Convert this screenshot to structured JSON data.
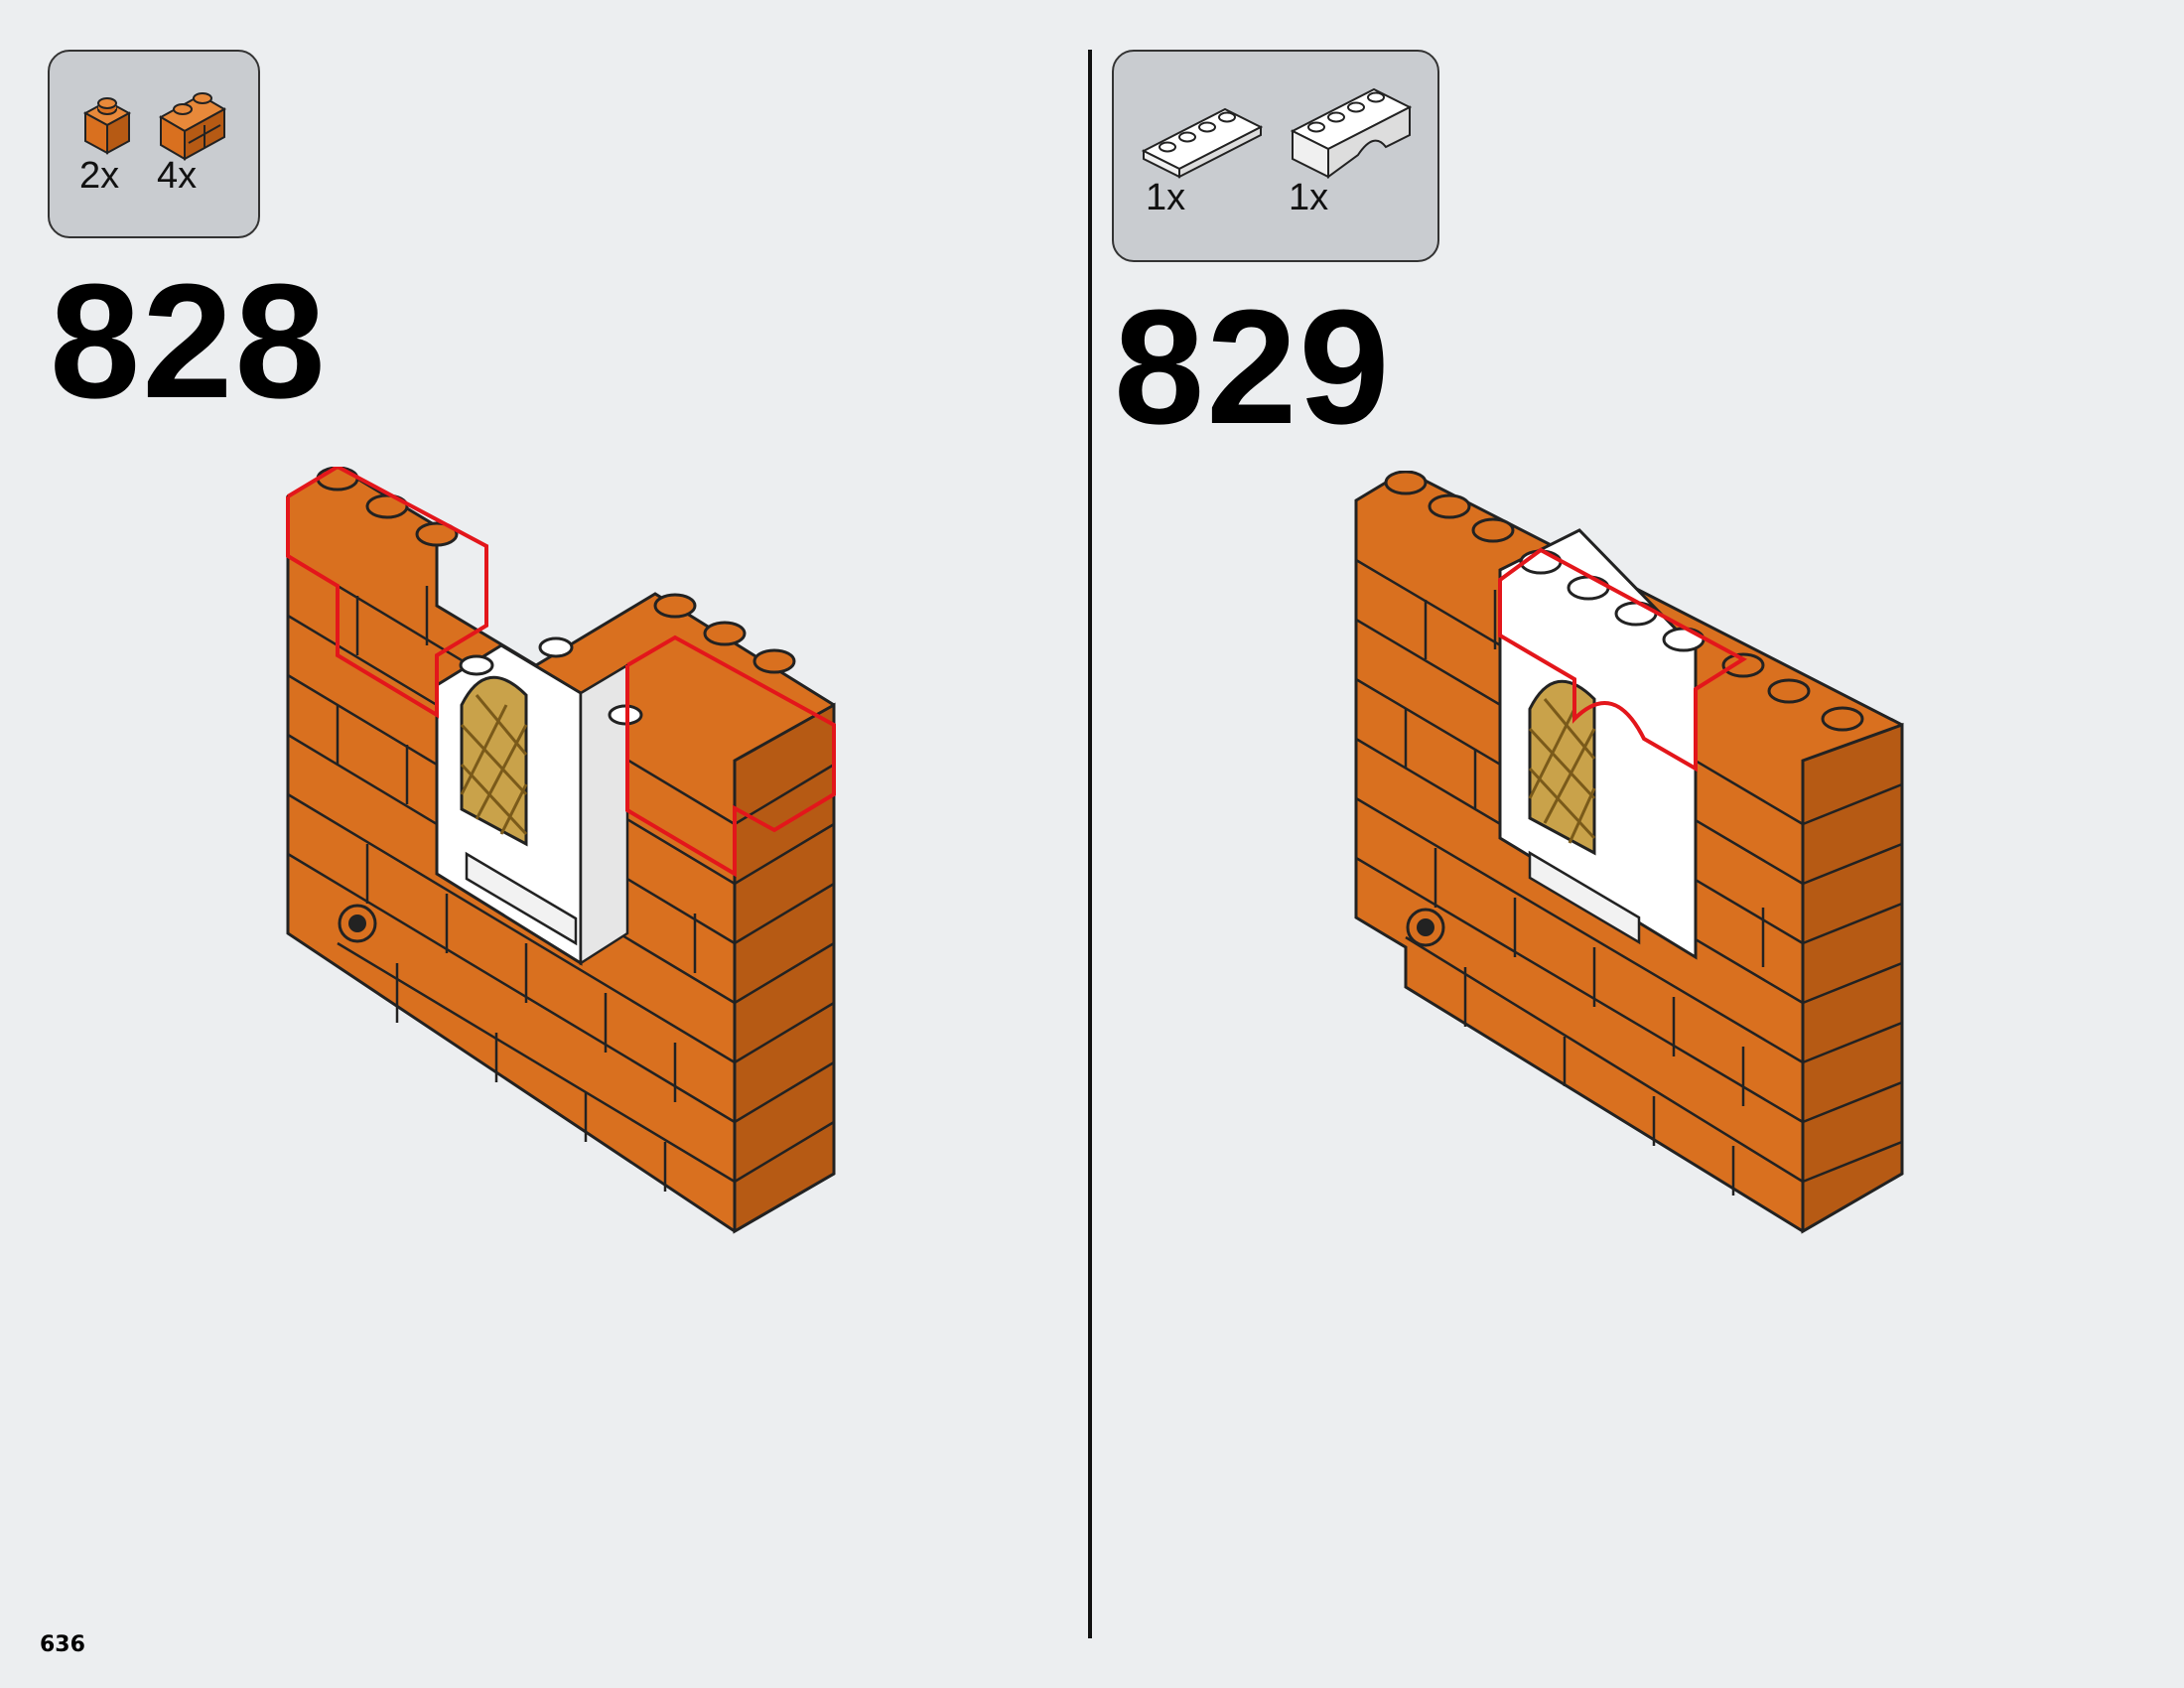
{
  "colors": {
    "background": "#eceef0",
    "parts_box": "#c9ccd0",
    "brick_orange": "#d9701f",
    "brick_dark": "#b65a14",
    "highlight_red": "#e3161b",
    "window_gold": "#c9a24a"
  },
  "left_step": {
    "number": "828",
    "parts": [
      {
        "icon": "orange-1x1-brick-icon",
        "qty": "2x"
      },
      {
        "icon": "orange-1x2-masonry-brick-icon",
        "qty": "4x"
      }
    ]
  },
  "right_step": {
    "number": "829",
    "parts": [
      {
        "icon": "white-1x4-plate-icon",
        "qty": "1x"
      },
      {
        "icon": "white-1x4-arch-icon",
        "qty": "1x"
      }
    ]
  },
  "page_number": "636"
}
